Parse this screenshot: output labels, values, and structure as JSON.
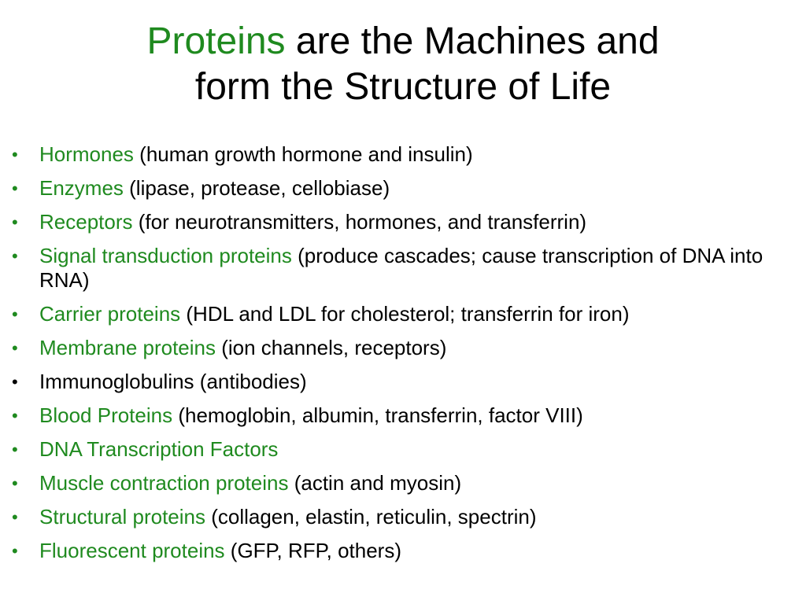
{
  "title": {
    "highlight": "Proteins",
    "rest_line1": " are the Machines and",
    "line2": "form the Structure of Life"
  },
  "colors": {
    "accent": "#1f8a1f",
    "text": "#000000",
    "background": "#ffffff"
  },
  "bullets": [
    {
      "term": "Hormones",
      "detail": " (human growth hormone and insulin)",
      "term_color": "green"
    },
    {
      "term": "Enzymes",
      "detail": " (lipase, protease, cellobiase)",
      "term_color": "green"
    },
    {
      "term": "Receptors",
      "detail": " (for neurotransmitters, hormones, and transferrin)",
      "term_color": "green"
    },
    {
      "term": "Signal transduction proteins",
      "detail": " (produce cascades; cause transcription of DNA into RNA)",
      "term_color": "green"
    },
    {
      "term": "Carrier proteins",
      "detail": " (HDL and LDL for cholesterol; transferrin for iron)",
      "term_color": "green"
    },
    {
      "term": "Membrane proteins",
      "detail": " (ion channels, receptors)",
      "term_color": "green"
    },
    {
      "term": "Immunoglobulins",
      "detail": " (antibodies)",
      "term_color": "black"
    },
    {
      "term": "Blood Proteins",
      "detail": " (hemoglobin, albumin, transferrin, factor VIII)",
      "term_color": "green"
    },
    {
      "term": "DNA Transcription Factors",
      "detail": "",
      "term_color": "green"
    },
    {
      "term": "Muscle contraction proteins",
      "detail": " (actin and myosin)",
      "term_color": "green"
    },
    {
      "term": "Structural proteins",
      "detail": " (collagen, elastin, reticulin, spectrin)",
      "term_color": "green"
    },
    {
      "term": "Fluorescent proteins",
      "detail": " (GFP, RFP, others)",
      "term_color": "green"
    }
  ]
}
